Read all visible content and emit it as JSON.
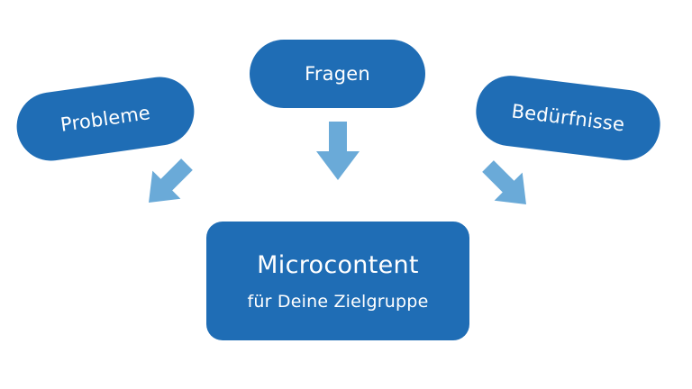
{
  "nodes": {
    "probleme": "Probleme",
    "fragen": "Fragen",
    "beduerfnisse": "Bedürfnisse"
  },
  "target": {
    "title": "Microcontent",
    "subtitle": "für Deine Zielgruppe"
  },
  "colors": {
    "node_fill": "#1f6db5",
    "arrow_fill": "#6aaad8",
    "text": "#ffffff",
    "background": "#ffffff"
  }
}
